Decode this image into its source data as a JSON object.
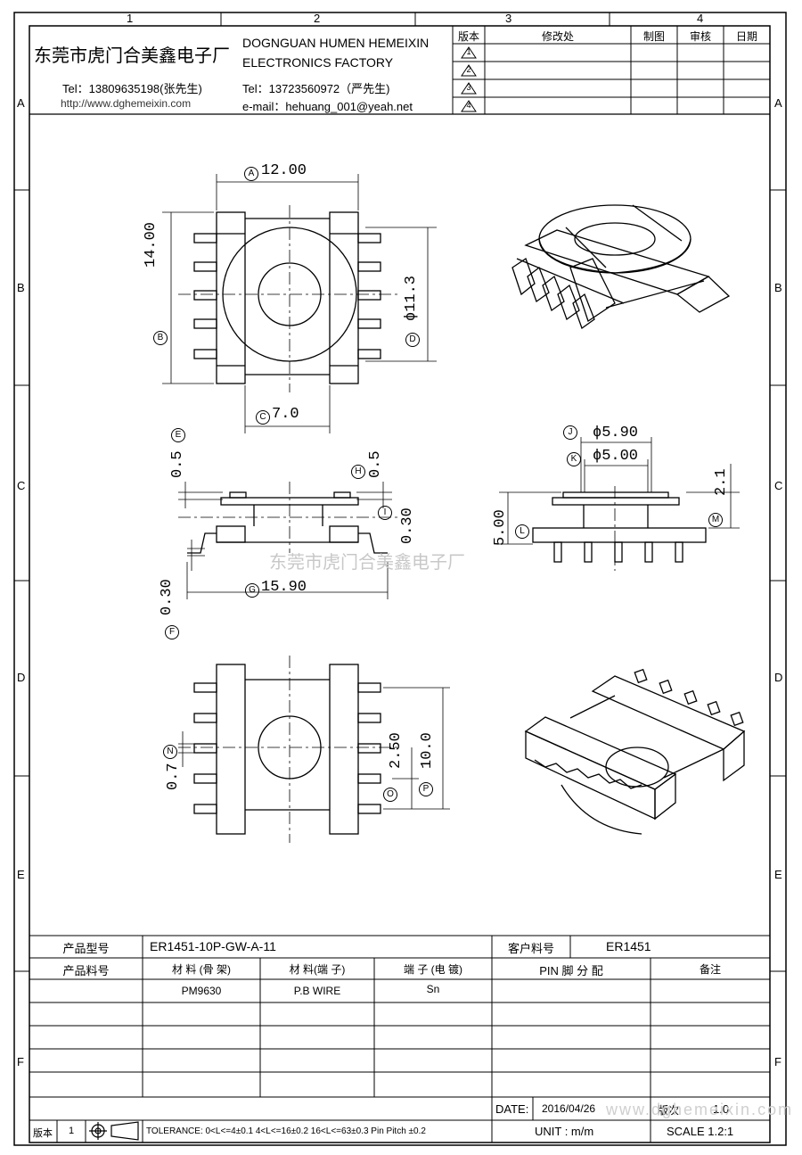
{
  "grid": {
    "columns": [
      "1",
      "2",
      "3",
      "4"
    ],
    "rows": [
      "A",
      "B",
      "C",
      "D",
      "E",
      "F"
    ]
  },
  "company": {
    "name_cn": "东莞市虎门合美鑫电子厂",
    "name_en_1": "DOGNGUAN HUMEN HEMEIXIN",
    "name_en_2": "ELECTRONICS FACTORY",
    "tel1": "Tel：13809635198(张先生)",
    "url": "http://www.dghemeixin.com",
    "tel2": "Tel：13723560972（严先生)",
    "email": "e-mail：hehuang_001@yeah.net"
  },
  "revision_table": {
    "headers": [
      "版本",
      "修改处",
      "制图",
      "审核",
      "日期"
    ],
    "revisions": [
      "1",
      "2",
      "3",
      "4"
    ]
  },
  "dimensions": {
    "A": "12.00",
    "B": "14.00",
    "C": "7.0",
    "D": "ϕ11.3",
    "E": "0.5",
    "H": "0.5",
    "I": "0.30",
    "G": "15.90",
    "F": "0.30",
    "J": "ϕ5.90",
    "K": "ϕ5.00",
    "L": "5.00",
    "M": "2.1",
    "N": "0.7",
    "O": "2.50",
    "P": "10.0"
  },
  "labels": {
    "A": "A",
    "B": "B",
    "C": "C",
    "D": "D",
    "E": "E",
    "F": "F",
    "G": "G",
    "H": "H",
    "I": "I",
    "J": "J",
    "K": "K",
    "L": "L",
    "M": "M",
    "N": "N",
    "O": "O",
    "P": "P"
  },
  "watermark": "东莞市虎门合美鑫电子厂",
  "info_table": {
    "product_model_label": "产品型号",
    "product_model": "ER1451-10P-GW-A-11",
    "customer_part_label": "客户料号",
    "customer_part": "ER1451",
    "product_part_label": "产品料号",
    "material_frame_label": "材 料 (骨 架)",
    "material_pin_label": "材 料(端 子)",
    "terminal_plating_label": "端 子 (电 镀)",
    "pin_assignment_label": "PIN 脚 分 配",
    "remarks_label": "备注",
    "material_frame": "PM9630",
    "material_pin": "P.B WIRE",
    "terminal_plating": "Sn",
    "date_label": "DATE:",
    "date": "2016/04/26",
    "version_label": "版次",
    "version_value": "1.0",
    "bottom_version_label": "版本",
    "bottom_version_value": "1",
    "tolerance": "TOLERANCE:  0<L<=4±0.1  4<L<=16±0.2  16<L<=63±0.3  Pin Pitch  ±0.2",
    "unit": "UNIT : m/m",
    "scale": "SCALE  1.2:1",
    "url_watermark": "www.dghemeixin.com"
  }
}
